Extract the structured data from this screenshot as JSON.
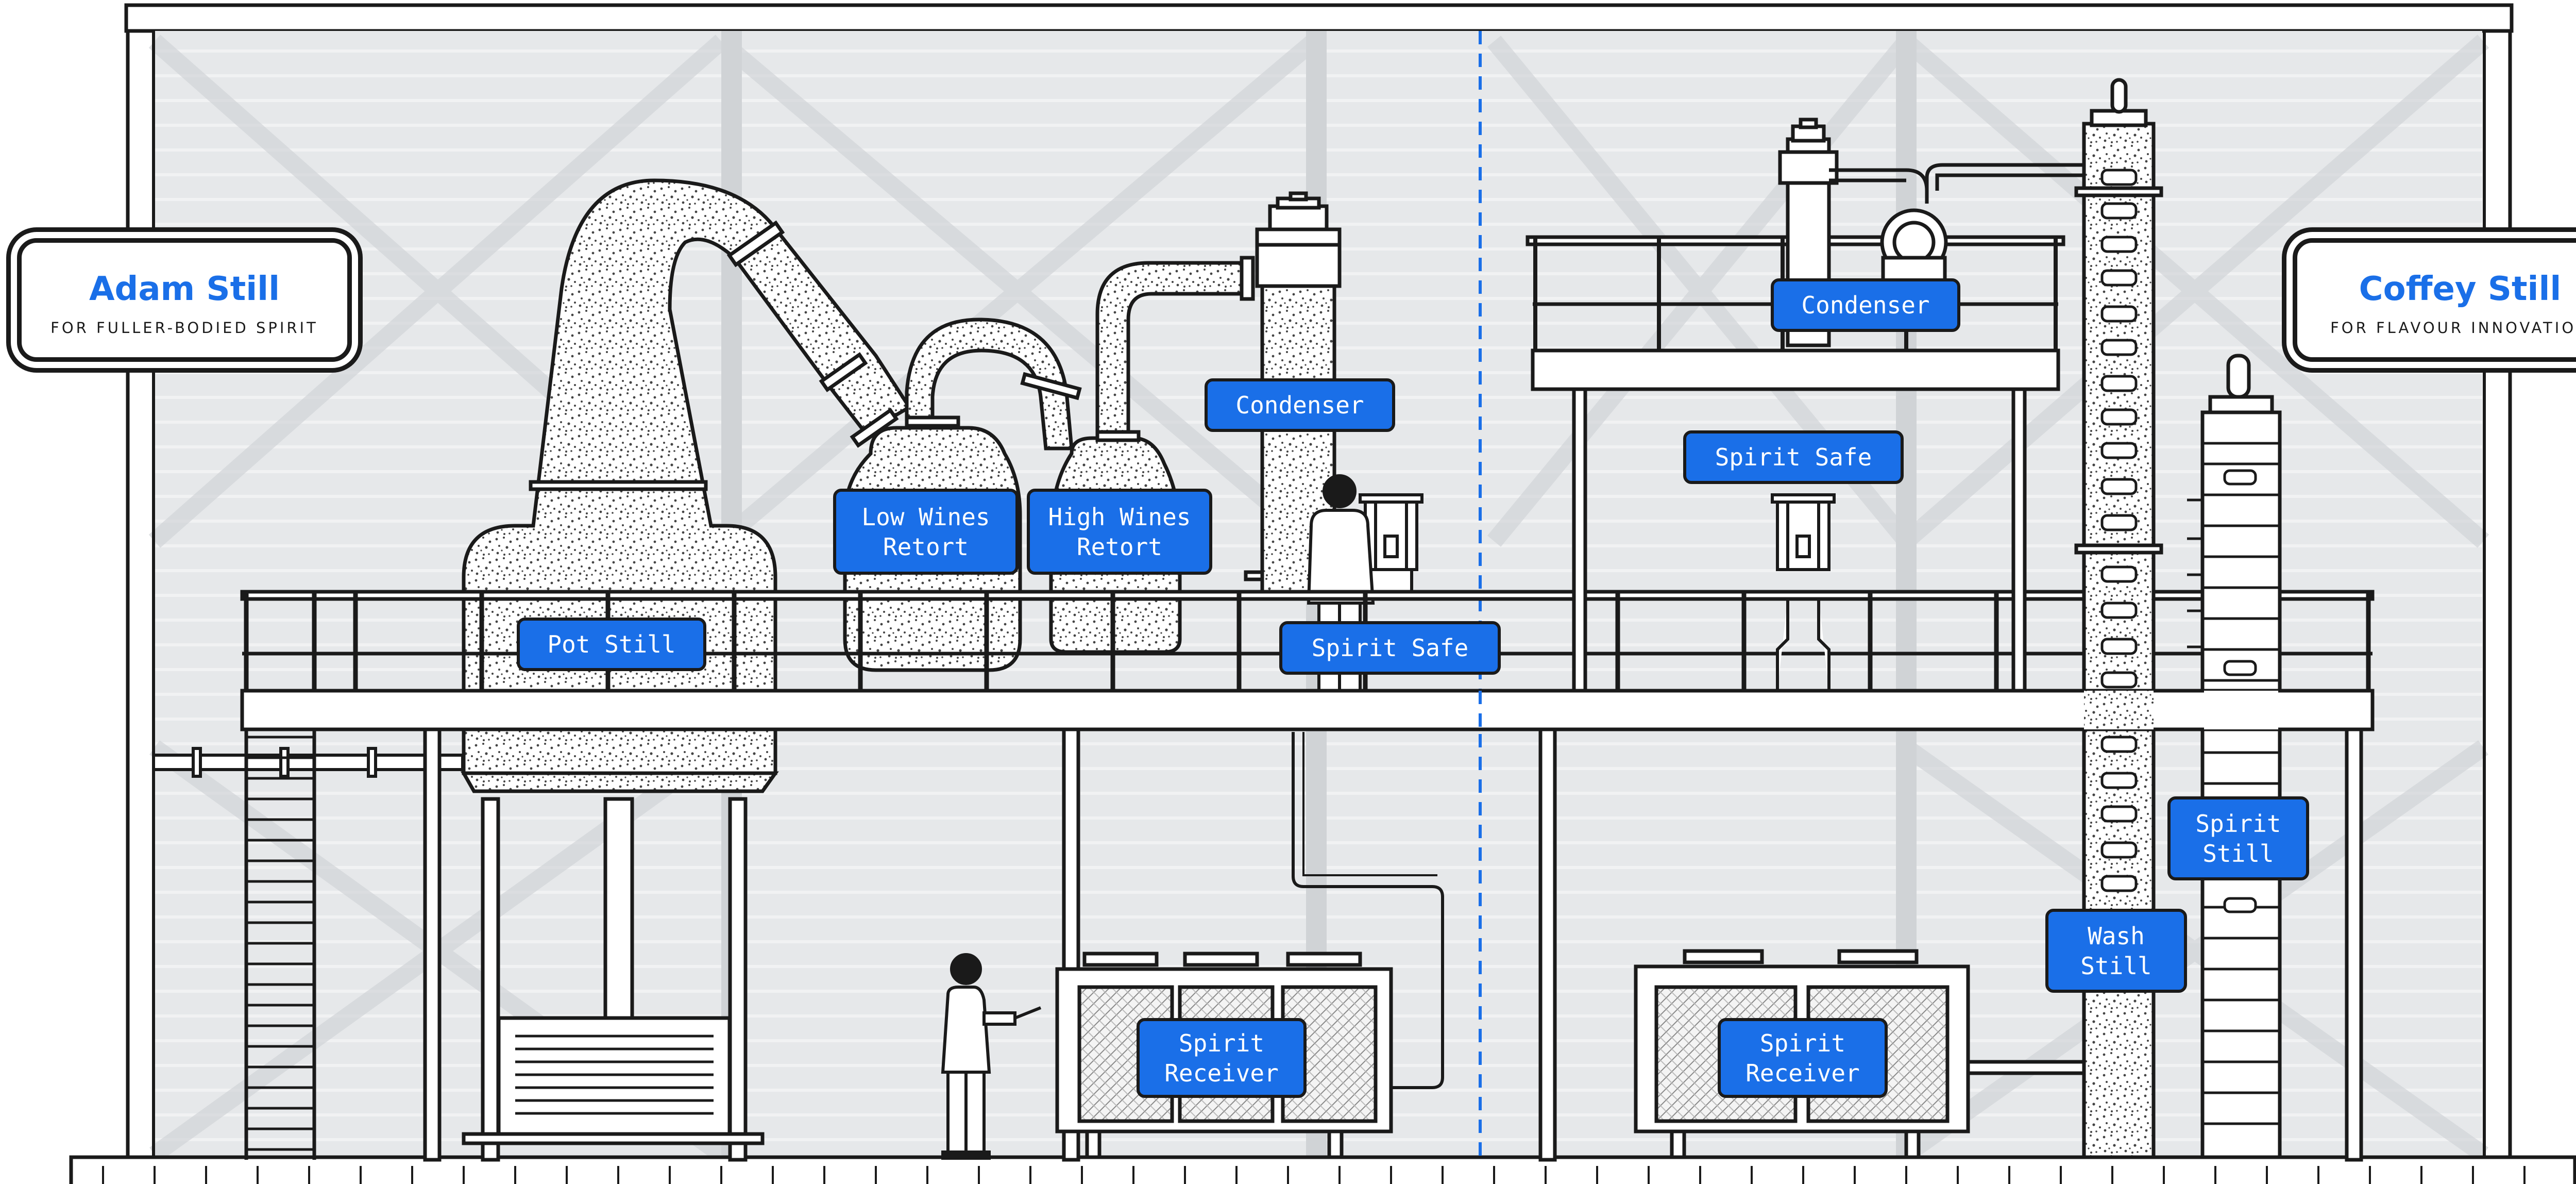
{
  "colors": {
    "accent": "#1a6fe8",
    "ink": "#1a1a1a",
    "wall": "#e3e5e7",
    "paper": "#ffffff"
  },
  "left_panel": {
    "title": "Adam Still",
    "subtitle": "FOR FULLER-BODIED SPIRIT"
  },
  "right_panel": {
    "title": "Coffey Still",
    "subtitle": "FOR FLAVOUR INNOVATION"
  },
  "labels": {
    "pot_still": "Pot Still",
    "low_wines_retort": "Low Wines\nRetort",
    "high_wines_retort": "High Wines\nRetort",
    "condenser_left": "Condenser",
    "spirit_safe_left": "Spirit Safe",
    "spirit_receiver_left": "Spirit\nReceiver",
    "condenser_right": "Condenser",
    "spirit_safe_right": "Spirit Safe",
    "spirit_receiver_right": "Spirit\nReceiver",
    "wash_still": "Wash\nStill",
    "spirit_still": "Spirit\nStill"
  }
}
